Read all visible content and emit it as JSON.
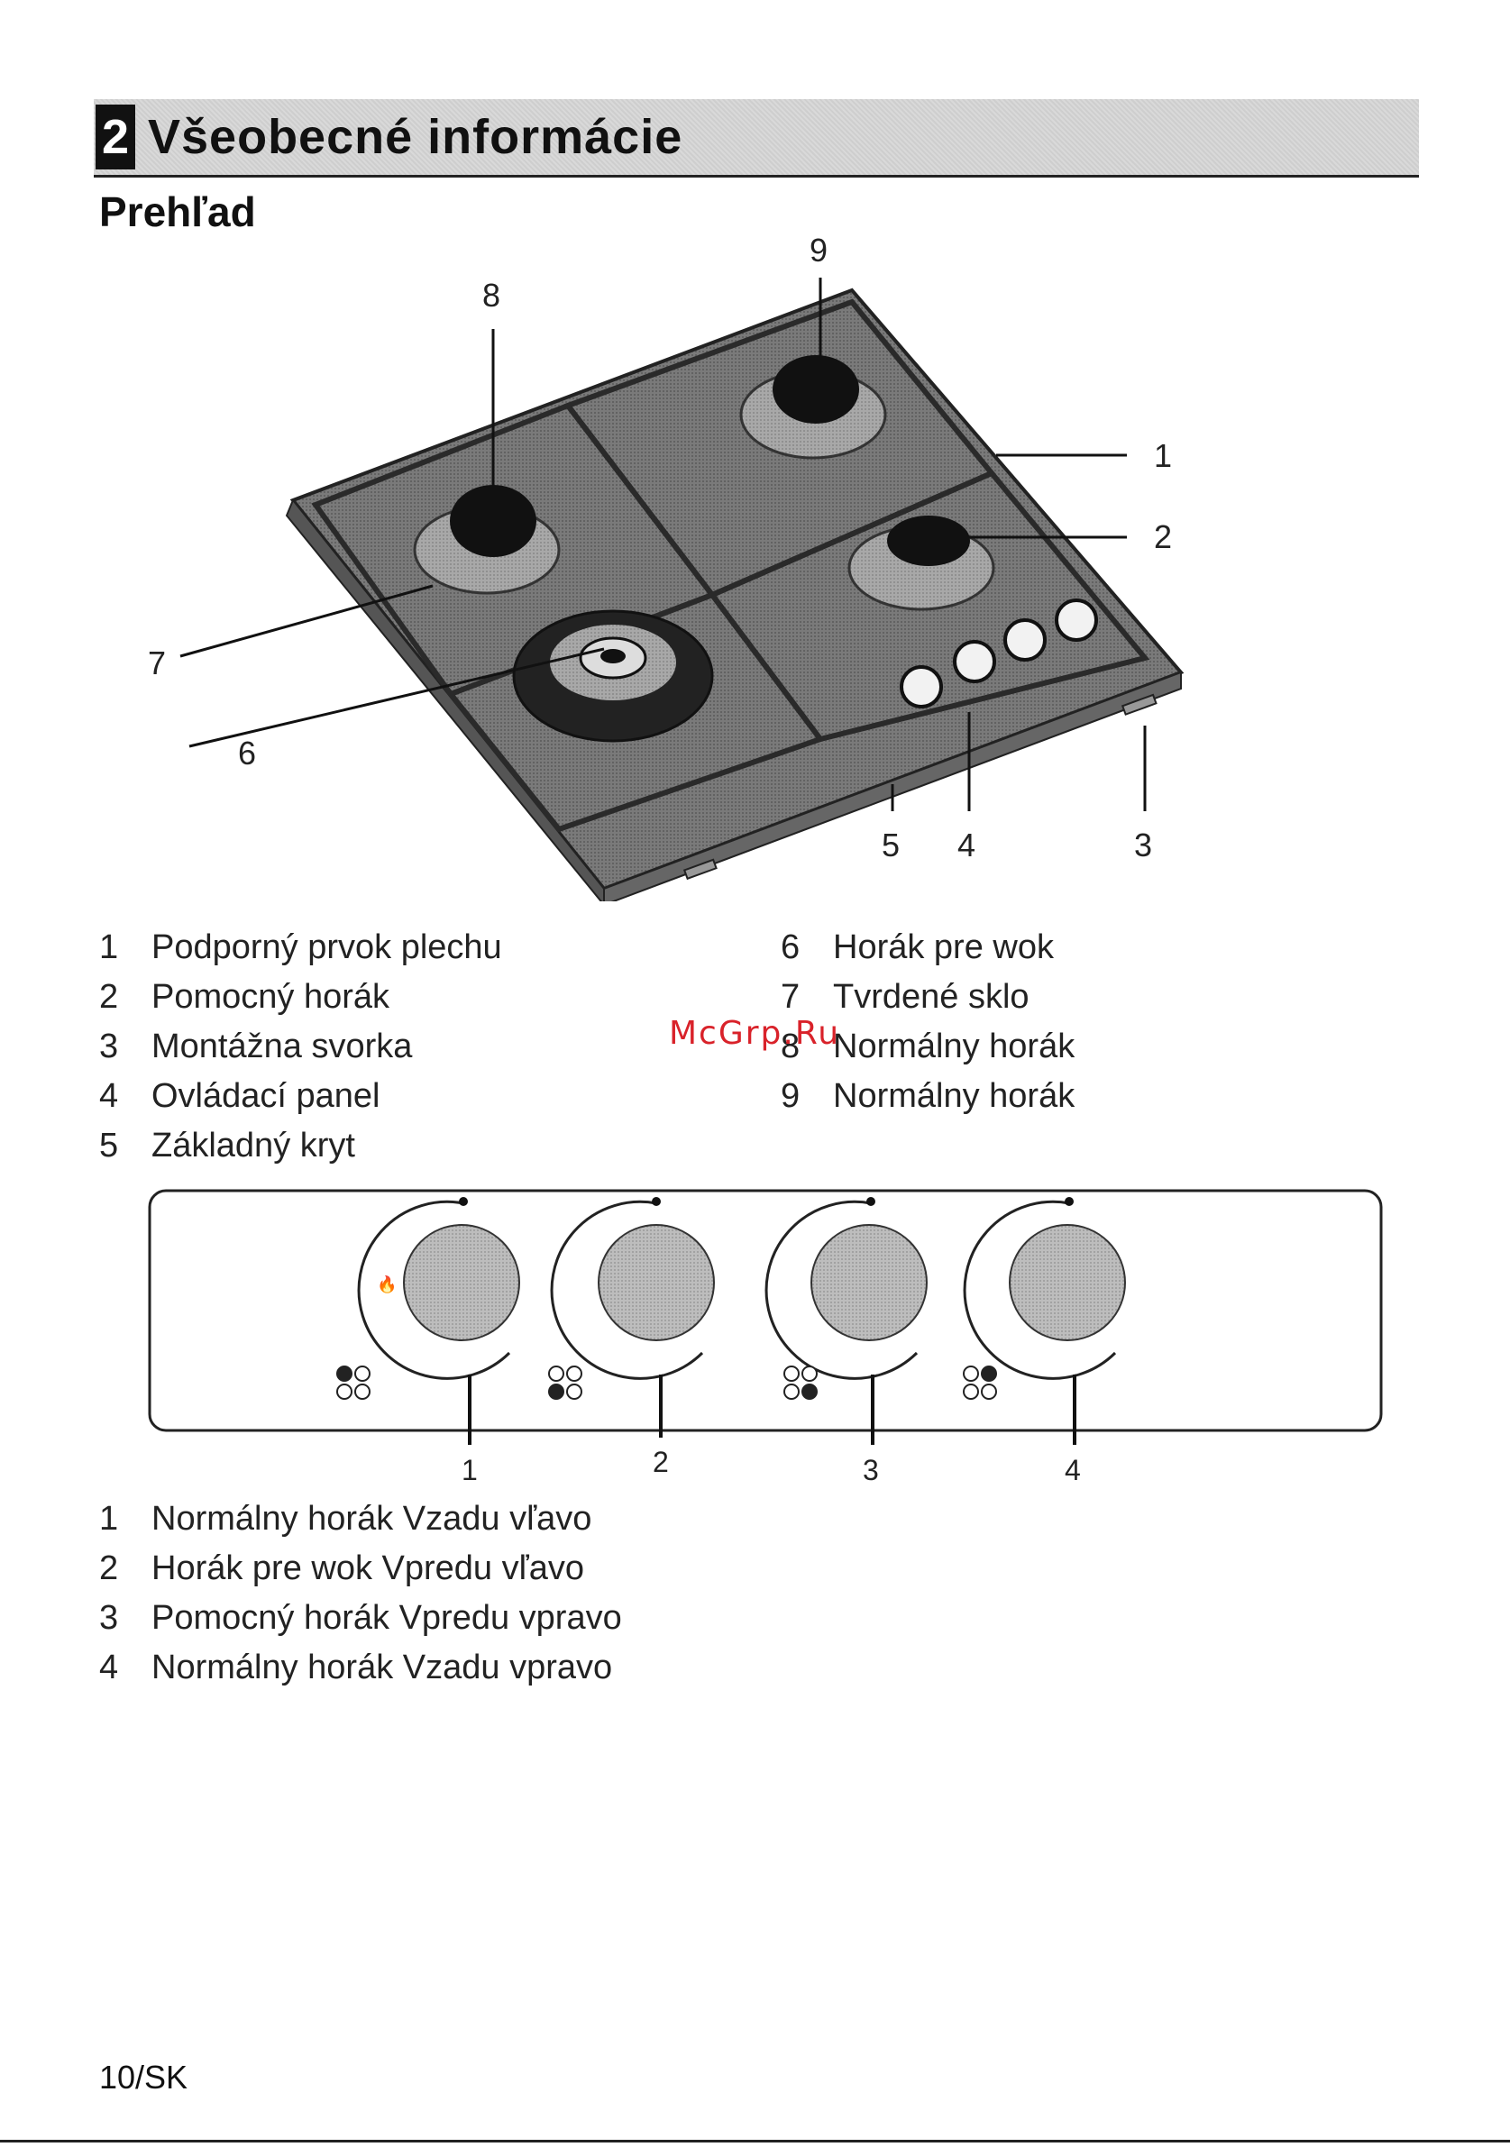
{
  "header": {
    "section_number": "2",
    "section_title": "Všeobecné informácie",
    "subtitle": "Prehľad"
  },
  "hob_diagram": {
    "callouts": [
      "1",
      "2",
      "3",
      "4",
      "5",
      "6",
      "7",
      "8",
      "9"
    ]
  },
  "parts_legend": {
    "left": [
      {
        "num": "1",
        "label": "Podporný prvok plechu"
      },
      {
        "num": "2",
        "label": "Pomocný horák"
      },
      {
        "num": "3",
        "label": "Montážna svorka"
      },
      {
        "num": "4",
        "label": "Ovládací panel"
      },
      {
        "num": "5",
        "label": "Základný kryt"
      }
    ],
    "right": [
      {
        "num": "6",
        "label": "Horák pre wok"
      },
      {
        "num": "7",
        "label": "Tvrdené sklo"
      },
      {
        "num": "8",
        "label": "Normálny horák"
      },
      {
        "num": "9",
        "label": "Normálny horák"
      }
    ]
  },
  "control_panel": {
    "knob_numbers": [
      "1",
      "2",
      "3",
      "4"
    ]
  },
  "knob_legend": [
    {
      "num": "1",
      "label": "Normálny horák Vzadu vľavo"
    },
    {
      "num": "2",
      "label": "Horák pre wok Vpredu vľavo"
    },
    {
      "num": "3",
      "label": "Pomocný horák Vpredu vpravo"
    },
    {
      "num": "4",
      "label": "Normálny horák Vzadu vpravo"
    }
  ],
  "watermark": "McGrp.Ru",
  "footer": {
    "page": "10/SK"
  }
}
